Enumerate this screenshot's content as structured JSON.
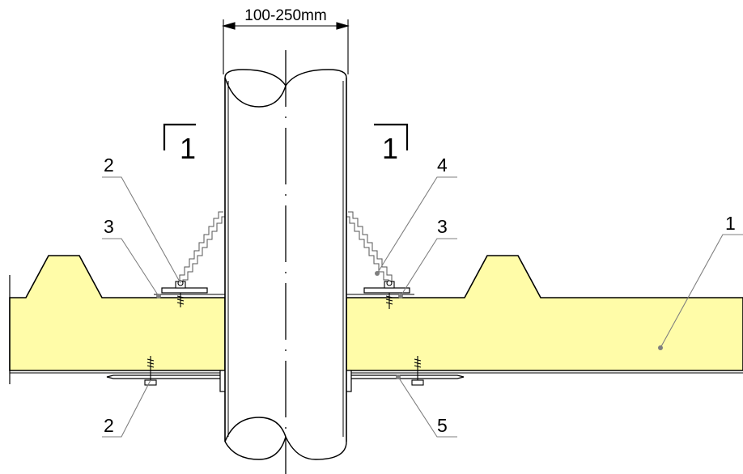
{
  "dimension_label": "100-250mm",
  "section_marks": {
    "left": "1",
    "right": "1"
  },
  "callouts": {
    "c1": "1",
    "c2_top": "2",
    "c2_bottom": "2",
    "c3_left": "3",
    "c3_right": "3",
    "c4": "4",
    "c5": "5"
  },
  "colors": {
    "insulation_core": "#FFFCA8",
    "line": "#000000",
    "leader": "#7f7f7f"
  }
}
